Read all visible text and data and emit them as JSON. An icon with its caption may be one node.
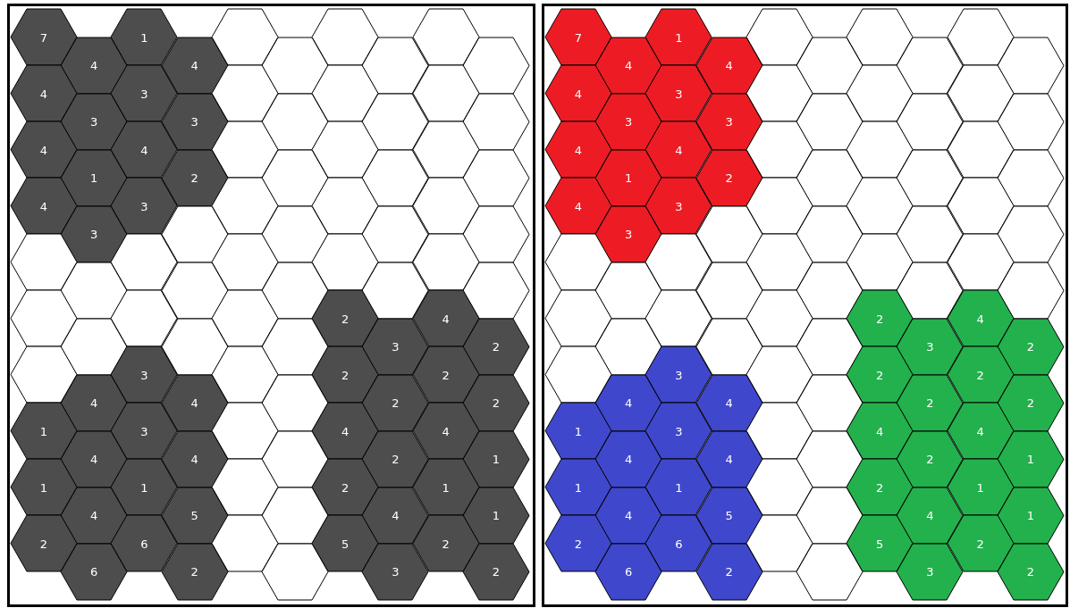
{
  "diagram": {
    "nodes": [
      {
        "text": [],
        "shape": "box"
      },
      {
        "text": [
          "7"
        ],
        "in": 0
      },
      {
        "text": [
          "1"
        ],
        "in": 0
      },
      {
        "text": [],
        "shape": "hexagon",
        "in": 0
      },
      {
        "text": [],
        "shape": "hexagon",
        "in": 0
      },
      {
        "text": [],
        "shape": "hexagon",
        "in": 0
      },
      {
        "text": [
          "4"
        ],
        "in": 0
      },
      {
        "text": [
          "4"
        ],
        "in": 0
      },
      {
        "text": [],
        "shape": "hexagon",
        "in": 0
      },
      {
        "text": [],
        "shape": "hexagon",
        "in": 0
      },
      {
        "text": [],
        "shape": "hexagon",
        "in": 0
      },
      {
        "text": [
          "4"
        ],
        "in": 0
      },
      {
        "text": [
          "3"
        ],
        "in": 0
      },
      {
        "text": [],
        "shape": "hexagon",
        "in": 0
      },
      {
        "text": [],
        "shape": "hexagon",
        "in": 0
      },
      {
        "text": [],
        "shape": "hexagon",
        "in": 0
      },
      {
        "text": [
          "3"
        ],
        "in": 0
      },
      {
        "text": [
          "3"
        ],
        "in": 0
      },
      {
        "text": [],
        "shape": "hexagon",
        "in": 0
      },
      {
        "text": [],
        "shape": "hexagon",
        "in": 0
      },
      {
        "text": [],
        "shape": "hexagon",
        "in": 0
      },
      {
        "text": [
          "4"
        ],
        "in": 0
      },
      {
        "text": [
          "4"
        ],
        "in": 0
      },
      {
        "text": [],
        "shape": "hexagon",
        "in": 0
      },
      {
        "text": [],
        "shape": "hexagon",
        "in": 0
      },
      {
        "text": [],
        "shape": "hexagon",
        "in": 0
      },
      {
        "text": [
          "1"
        ],
        "in": 0
      },
      {
        "text": [
          "2"
        ],
        "in": 0
      },
      {
        "text": [],
        "shape": "hexagon",
        "in": 0
      },
      {
        "text": [],
        "shape": "hexagon",
        "in": 0
      },
      {
        "text": [],
        "shape": "hexagon",
        "in": 0
      },
      {
        "text": [
          "4"
        ],
        "in": 0
      },
      {
        "text": [
          "3"
        ],
        "in": 0
      },
      {
        "text": [],
        "shape": "hexagon",
        "in": 0
      },
      {
        "text": [],
        "shape": "hexagon",
        "in": 0
      },
      {
        "text": [],
        "shape": "hexagon",
        "in": 0
      },
      {
        "text": [
          "3"
        ],
        "in": 0
      },
      {
        "text": [],
        "shape": "hexagon",
        "in": 0
      },
      {
        "text": [],
        "shape": "hexagon",
        "in": 0
      },
      {
        "text": [],
        "shape": "hexagon",
        "in": 0
      },
      {
        "text": [],
        "shape": "hexagon",
        "in": 0
      },
      {
        "text": [],
        "shape": "hexagon",
        "in": 0
      },
      {
        "text": [],
        "shape": "hexagon",
        "in": 0
      },
      {
        "text": [],
        "shape": "hexagon",
        "in": 0
      },
      {
        "text": [],
        "shape": "hexagon",
        "in": 0
      },
      {
        "text": [],
        "shape": "hexagon",
        "in": 0
      },
      {
        "text": [],
        "shape": "hexagon",
        "in": 0
      },
      {
        "text": [],
        "shape": "hexagon",
        "in": 0
      },
      {
        "text": [],
        "shape": "hexagon",
        "in": 0
      },
      {
        "text": [],
        "shape": "hexagon",
        "in": 0
      },
      {
        "text": [],
        "shape": "hexagon",
        "in": 0
      },
      {
        "text": [],
        "shape": "hexagon",
        "in": 0
      },
      {
        "text": [],
        "shape": "hexagon",
        "in": 0
      },
      {
        "text": [],
        "shape": "hexagon",
        "in": 0
      },
      {
        "text": [
          "2"
        ],
        "in": 0
      },
      {
        "text": [
          "4"
        ],
        "in": 0
      },
      {
        "text": [],
        "shape": "hexagon",
        "in": 0
      },
      {
        "text": [],
        "shape": "hexagon",
        "in": 0
      },
      {
        "text": [],
        "shape": "hexagon",
        "in": 0
      },
      {
        "text": [
          "3"
        ],
        "in": 0
      },
      {
        "text": [
          "2"
        ],
        "in": 0
      },
      {
        "text": [],
        "shape": "hexagon",
        "in": 0
      },
      {
        "text": [
          "3"
        ],
        "in": 0
      },
      {
        "text": [],
        "shape": "hexagon",
        "in": 0
      },
      {
        "text": [
          "2"
        ],
        "in": 0
      },
      {
        "text": [
          "2"
        ],
        "in": 0
      },
      {
        "text": [
          "4"
        ],
        "in": 0
      },
      {
        "text": [
          "4"
        ],
        "in": 0
      },
      {
        "text": [],
        "shape": "hexagon",
        "in": 0
      },
      {
        "text": [
          "2"
        ],
        "in": 0
      },
      {
        "text": [
          "2"
        ],
        "in": 0
      },
      {
        "text": [
          "1"
        ],
        "in": 0
      },
      {
        "text": [
          "3"
        ],
        "in": 0
      },
      {
        "text": [],
        "shape": "hexagon",
        "in": 0
      },
      {
        "text": [
          "4"
        ],
        "in": 0
      },
      {
        "text": [
          "4"
        ],
        "in": 0
      },
      {
        "text": [
          "4"
        ],
        "in": 0
      },
      {
        "text": [
          "4"
        ],
        "in": 0
      },
      {
        "text": [],
        "shape": "hexagon",
        "in": 0
      },
      {
        "text": [
          "2"
        ],
        "in": 0
      },
      {
        "text": [
          "1"
        ],
        "in": 0
      },
      {
        "text": [
          "1"
        ],
        "in": 0
      },
      {
        "text": [
          "1"
        ],
        "in": 0
      },
      {
        "text": [],
        "shape": "hexagon",
        "in": 0
      },
      {
        "text": [
          "2"
        ],
        "in": 0
      },
      {
        "text": [
          "1"
        ],
        "in": 0
      },
      {
        "text": [
          "4"
        ],
        "in": 0
      },
      {
        "text": [
          "5"
        ],
        "in": 0
      },
      {
        "text": [],
        "shape": "hexagon",
        "in": 0
      },
      {
        "text": [
          "4"
        ],
        "in": 0
      },
      {
        "text": [
          "1"
        ],
        "in": 0
      },
      {
        "text": [
          "2"
        ],
        "in": 0
      },
      {
        "text": [
          "6"
        ],
        "in": 0
      },
      {
        "text": [],
        "shape": "hexagon",
        "in": 0
      },
      {
        "text": [
          "5"
        ],
        "in": 0
      },
      {
        "text": [
          "2"
        ],
        "in": 0
      },
      {
        "text": [
          "6"
        ],
        "in": 0
      },
      {
        "text": [
          "2"
        ],
        "in": 0
      },
      {
        "text": [],
        "shape": "hexagon",
        "in": 0
      },
      {
        "text": [
          "3"
        ],
        "in": 0
      },
      {
        "text": [
          "2"
        ],
        "in": 0
      },
      {
        "text": [],
        "shape": "box"
      },
      {
        "text": [
          "7"
        ],
        "in": 101
      },
      {
        "text": [
          "1"
        ],
        "in": 101
      },
      {
        "text": [],
        "shape": "hexagon",
        "in": 101
      },
      {
        "text": [],
        "shape": "hexagon",
        "in": 101
      },
      {
        "text": [],
        "shape": "hexagon",
        "in": 101
      },
      {
        "text": [
          "4"
        ],
        "in": 101
      },
      {
        "text": [
          "4"
        ],
        "in": 101
      },
      {
        "text": [],
        "shape": "hexagon",
        "in": 101
      },
      {
        "text": [],
        "shape": "hexagon",
        "in": 101
      },
      {
        "text": [],
        "shape": "hexagon",
        "in": 101
      },
      {
        "text": [
          "4"
        ],
        "in": 101
      },
      {
        "text": [
          "3"
        ],
        "in": 101
      },
      {
        "text": [],
        "shape": "hexagon",
        "in": 101
      },
      {
        "text": [],
        "shape": "hexagon",
        "in": 101
      },
      {
        "text": [],
        "shape": "hexagon",
        "in": 101
      },
      {
        "text": [
          "3"
        ],
        "in": 101
      },
      {
        "text": [
          "3"
        ],
        "in": 101
      },
      {
        "text": [],
        "shape": "hexagon",
        "in": 101
      },
      {
        "text": [],
        "shape": "hexagon",
        "in": 101
      },
      {
        "text": [],
        "shape": "hexagon",
        "in": 101
      },
      {
        "text": [
          "4"
        ],
        "in": 101
      },
      {
        "text": [
          "4"
        ],
        "in": 101
      },
      {
        "text": [],
        "shape": "hexagon",
        "in": 101
      },
      {
        "text": [],
        "shape": "hexagon",
        "in": 101
      },
      {
        "text": [],
        "shape": "hexagon",
        "in": 101
      },
      {
        "text": [
          "1"
        ],
        "in": 101
      },
      {
        "text": [
          "2"
        ],
        "in": 101
      },
      {
        "text": [],
        "shape": "hexagon",
        "in": 101
      },
      {
        "text": [],
        "shape": "hexagon",
        "in": 101
      },
      {
        "text": [],
        "shape": "hexagon",
        "in": 101
      },
      {
        "text": [
          "4"
        ],
        "in": 101
      },
      {
        "text": [
          "3"
        ],
        "in": 101
      },
      {
        "text": [],
        "shape": "hexagon",
        "in": 101
      },
      {
        "text": [],
        "shape": "hexagon",
        "in": 101
      },
      {
        "text": [],
        "shape": "hexagon",
        "in": 101
      },
      {
        "text": [
          "3"
        ],
        "in": 101
      },
      {
        "text": [],
        "shape": "hexagon",
        "in": 101
      },
      {
        "text": [],
        "shape": "hexagon",
        "in": 101
      },
      {
        "text": [],
        "shape": "hexagon",
        "in": 101
      },
      {
        "text": [],
        "shape": "hexagon",
        "in": 101
      },
      {
        "text": [],
        "shape": "hexagon",
        "in": 101
      },
      {
        "text": [],
        "shape": "hexagon",
        "in": 101
      },
      {
        "text": [],
        "shape": "hexagon",
        "in": 101
      },
      {
        "text": [],
        "shape": "hexagon",
        "in": 101
      },
      {
        "text": [],
        "shape": "hexagon",
        "in": 101
      },
      {
        "text": [],
        "shape": "hexagon",
        "in": 101
      },
      {
        "text": [],
        "shape": "hexagon",
        "in": 101
      },
      {
        "text": [],
        "shape": "hexagon",
        "in": 101
      },
      {
        "text": [],
        "shape": "hexagon",
        "in": 101
      },
      {
        "text": [],
        "shape": "hexagon",
        "in": 101
      },
      {
        "text": [],
        "shape": "hexagon",
        "in": 101
      },
      {
        "text": [],
        "shape": "hexagon",
        "in": 101
      },
      {
        "text": [],
        "shape": "hexagon",
        "in": 101
      },
      {
        "text": [
          "2"
        ],
        "in": 101
      },
      {
        "text": [
          "4"
        ],
        "in": 101
      },
      {
        "text": [],
        "shape": "hexagon",
        "in": 101
      },
      {
        "text": [],
        "shape": "hexagon",
        "in": 101
      },
      {
        "text": [],
        "shape": "hexagon",
        "in": 101
      },
      {
        "text": [
          "3"
        ],
        "in": 101
      },
      {
        "text": [
          "2"
        ],
        "in": 101
      },
      {
        "text": [],
        "shape": "hexagon",
        "in": 101
      },
      {
        "text": [
          "3"
        ],
        "in": 101
      },
      {
        "text": [],
        "shape": "hexagon",
        "in": 101
      },
      {
        "text": [
          "2"
        ],
        "in": 101
      },
      {
        "text": [
          "2"
        ],
        "in": 101
      },
      {
        "text": [
          "4"
        ],
        "in": 101
      },
      {
        "text": [
          "4"
        ],
        "in": 101
      },
      {
        "text": [],
        "shape": "hexagon",
        "in": 101
      },
      {
        "text": [
          "2"
        ],
        "in": 101
      },
      {
        "text": [
          "2"
        ],
        "in": 101
      },
      {
        "text": [
          "1"
        ],
        "in": 101
      },
      {
        "text": [
          "3"
        ],
        "in": 101
      },
      {
        "text": [],
        "shape": "hexagon",
        "in": 101
      },
      {
        "text": [
          "4"
        ],
        "in": 101
      },
      {
        "text": [
          "4"
        ],
        "in": 101
      },
      {
        "text": [
          "4"
        ],
        "in": 101
      },
      {
        "text": [
          "4"
        ],
        "in": 101
      },
      {
        "text": [],
        "shape": "hexagon",
        "in": 101
      },
      {
        "text": [
          "2"
        ],
        "in": 101
      },
      {
        "text": [
          "1"
        ],
        "in": 101
      },
      {
        "text": [
          "1"
        ],
        "in": 101
      },
      {
        "text": [
          "1"
        ],
        "in": 101
      },
      {
        "text": [],
        "shape": "hexagon",
        "in": 101
      },
      {
        "text": [
          "2"
        ],
        "in": 101
      },
      {
        "text": [
          "1"
        ],
        "in": 101
      },
      {
        "text": [
          "4"
        ],
        "in": 101
      },
      {
        "text": [
          "5"
        ],
        "in": 101
      },
      {
        "text": [],
        "shape": "hexagon",
        "in": 101
      },
      {
        "text": [
          "4"
        ],
        "in": 101
      },
      {
        "text": [
          "1"
        ],
        "in": 101
      },
      {
        "text": [
          "2"
        ],
        "in": 101
      },
      {
        "text": [
          "6"
        ],
        "in": 101
      },
      {
        "text": [],
        "shape": "hexagon",
        "in": 101
      },
      {
        "text": [
          "5"
        ],
        "in": 101
      },
      {
        "text": [
          "2"
        ],
        "in": 101
      },
      {
        "text": [
          "6"
        ],
        "in": 101
      },
      {
        "text": [
          "2"
        ],
        "in": 101
      },
      {
        "text": [],
        "shape": "hexagon",
        "in": 101
      },
      {
        "text": [
          "3"
        ],
        "in": 101
      },
      {
        "text": [
          "2"
        ],
        "in": 101
      }
    ]
  }
}
